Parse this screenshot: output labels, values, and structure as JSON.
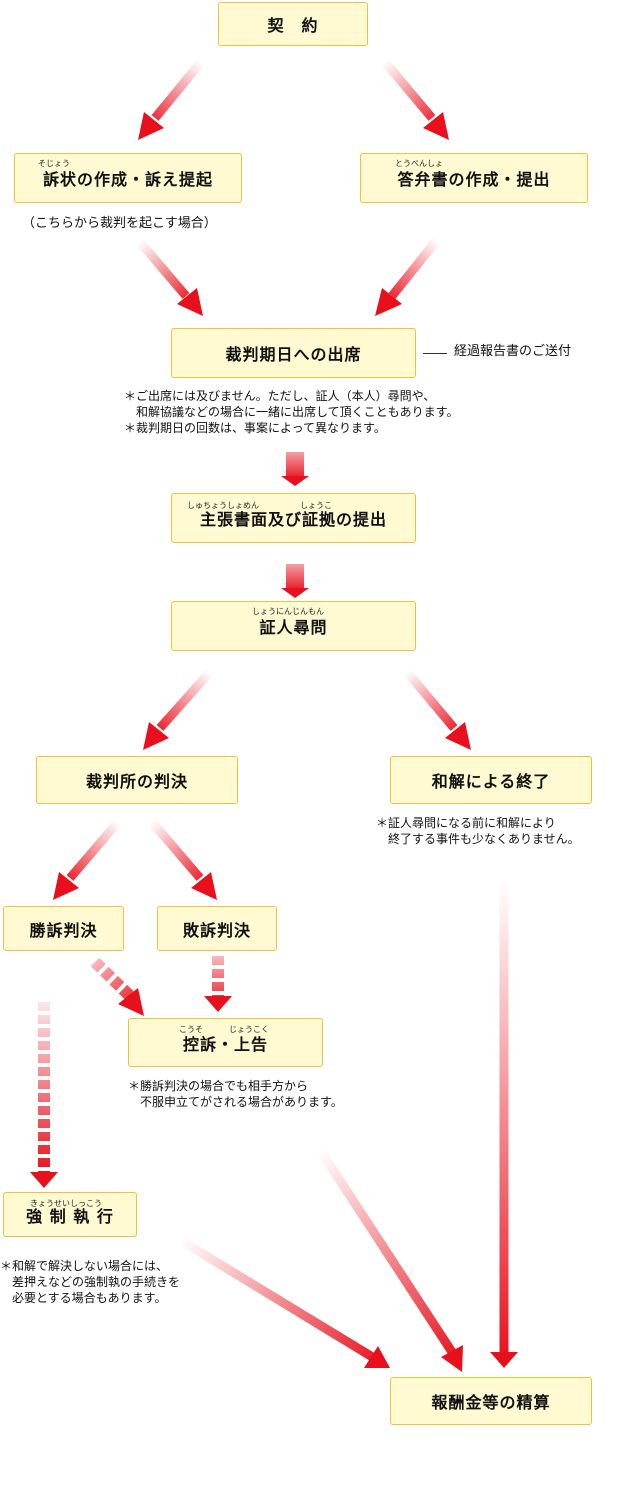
{
  "boxes": {
    "contract": "契　約",
    "complaint": "訴状の作成・訴え提起",
    "answer": "答弁書の作成・提出",
    "hearing": "裁判期日への出席",
    "evidence": "主張書面及び証拠の提出",
    "witness": "証人尋問",
    "judgment": "裁判所の判決",
    "settlement": "和解による終了",
    "win": "勝訴判決",
    "lose": "敗訴判決",
    "appeal": "控訴・上告",
    "enforcement": "強 制 執 行",
    "fee": "報酬金等の精算"
  },
  "ruby": {
    "sojou": "そじょう",
    "toubensho": "とうべんしょ",
    "shuchoushomen": "しゅちょうしょめん",
    "shouko": "しょうこ",
    "shouninjinmon": "しょうにんじんもん",
    "kouso": "こうそ",
    "joukoku": "じょうこく",
    "kyouseishikkou": "きょうせいしっこう"
  },
  "notes": {
    "complaint_note": "（こちらから裁判を起こす場合）",
    "report": "経過報告書のご送付",
    "hearing_note_1": "＊ご出席には及びません。ただし、証人（本人）尋問や、",
    "hearing_note_2": "和解協議などの場合に一緒に出席して頂くこともあります。",
    "hearing_note_3": "＊裁判期日の回数は、事案によって異なります。",
    "settlement_note_1": "＊証人尋問になる前に和解により",
    "settlement_note_2": "終了する事件も少なくありません。",
    "appeal_note_1": "＊勝訴判決の場合でも相手方から",
    "appeal_note_2": "不服申立てがされる場合があります。",
    "enforcement_note_1": "＊和解で解決しない場合には、",
    "enforcement_note_2": "差押えなどの強制執の手続きを",
    "enforcement_note_3": "必要とする場合もあります。"
  },
  "colors": {
    "box_fill": "#fffad1",
    "box_border": "#f0c040",
    "arrow": "#e8101c"
  }
}
